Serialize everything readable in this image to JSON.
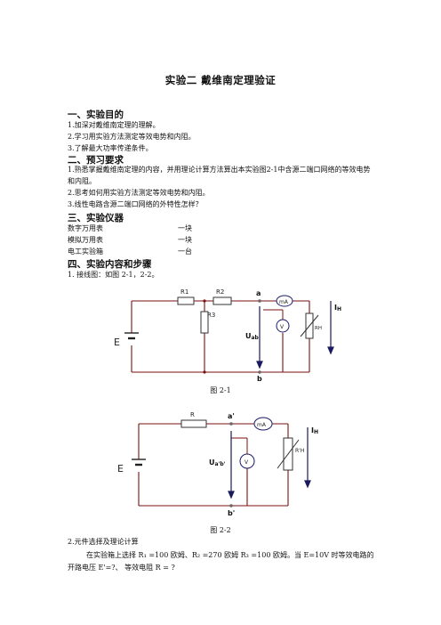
{
  "doc": {
    "title": "实验二  戴维南定理验证",
    "sec1": {
      "heading": "一、实验目的",
      "items": [
        "1.加深对戴维南定理的理解。",
        "2.学习用实验方法测定等效电势和内阻。",
        "3.了解最大功率传递条件。"
      ]
    },
    "sec2": {
      "heading": "二、预习要求",
      "items": [
        "1.熟悉掌握戴维南定理的内容，并用理论计算方法算出本实验图2-1中含源二端口网络的等效电势和内阻。",
        "2.思考如何用实验方法测定等效电势和内阻。",
        "3.线性电路含源二端口网络的外特性怎样？"
      ]
    },
    "sec3": {
      "heading": "三、实验仪器",
      "rows": [
        {
          "name": "数字万用表",
          "qty": "一块"
        },
        {
          "name": "模拟万用表",
          "qty": "一块"
        },
        {
          "name": "电工实验箱",
          "qty": "一台"
        }
      ]
    },
    "sec4": {
      "heading": "四、实验内容和步骤",
      "step1": "1.   接线图：如图 2-1，2-2。",
      "step2": "2.元件选择及理论计算",
      "para1": "在实验箱上选择 R₁ =100 欧姆、R₂ =270 欧姆 R₃ =100 欧姆。当 E=10V 时等效电路的",
      "para2": "开路电压 E'=?、   等效电阻 R = ?"
    },
    "fig1": {
      "caption": "图 2-1",
      "labels": {
        "R1": "R1",
        "R2": "R2",
        "R3": "R3",
        "a": "a",
        "b": "b",
        "mA": "mA",
        "V": "V",
        "Uab": "U",
        "Uab_sub": "ab",
        "RH": "RH",
        "IH": "I",
        "IH_sub": "H",
        "E": "E"
      }
    },
    "fig2": {
      "caption": "图 2-2",
      "labels": {
        "R": "R",
        "a": "a'",
        "b": "b'",
        "mA": "mA",
        "V": "V",
        "U": "U",
        "U_sub": "a'b'",
        "RH": "R'H",
        "IH": "I",
        "IH_sub": "H",
        "E": "E"
      }
    },
    "colors": {
      "wire": "#7a0f0f",
      "arrow": "#1a1a5c",
      "meter": "#1a1a6a",
      "node": "#555555"
    }
  }
}
